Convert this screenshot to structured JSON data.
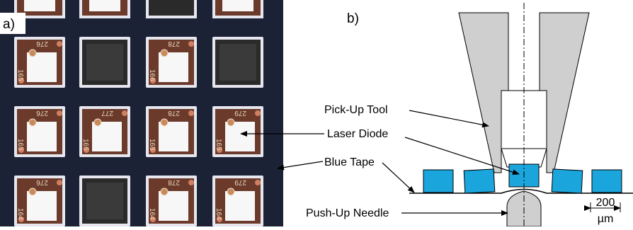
{
  "panel_a": {
    "label": "a)",
    "rows": [
      {
        "top_die": [
          "",
          "",
          "",
          ""
        ]
      },
      {
        "dies": [
          {
            "num": "276",
            "side": "165",
            "state": "pad"
          },
          {
            "num": "",
            "side": "",
            "state": "dark"
          },
          {
            "num": "278",
            "side": "166",
            "state": "pad"
          },
          {
            "num": "",
            "side": "",
            "state": "dark"
          }
        ]
      },
      {
        "dies": [
          {
            "num": "276",
            "side": "165",
            "state": "pad"
          },
          {
            "num": "277",
            "side": "165",
            "state": "pad"
          },
          {
            "num": "278",
            "side": "165",
            "state": "pad"
          },
          {
            "num": "279",
            "side": "165",
            "state": "pad"
          }
        ]
      },
      {
        "dies": [
          {
            "num": "276",
            "side": "164",
            "state": "pad"
          },
          {
            "num": "",
            "side": "",
            "state": "dark"
          },
          {
            "num": "278",
            "side": "164",
            "state": "pad"
          },
          {
            "num": "279",
            "side": "164",
            "state": "pad"
          }
        ]
      }
    ],
    "colors": {
      "background": "#1c2236",
      "frame": "#e6e6ee",
      "die": "#6b3a2a",
      "pad": "#f7f7f7",
      "dark_die": "#2a2a2a"
    }
  },
  "panel_b": {
    "label": "b)",
    "colors": {
      "tool": "#cfcfcf",
      "diode": "#1aa6dc",
      "needle": "#cfcfcf",
      "outline": "#000000"
    },
    "scale_bar": {
      "value": "200",
      "unit": "µm"
    }
  },
  "annotations": {
    "pick_up_tool": "Pick-Up Tool",
    "laser_diode": "Laser Diode",
    "blue_tape": "Blue Tape",
    "push_up_needle": "Push-Up Needle"
  }
}
